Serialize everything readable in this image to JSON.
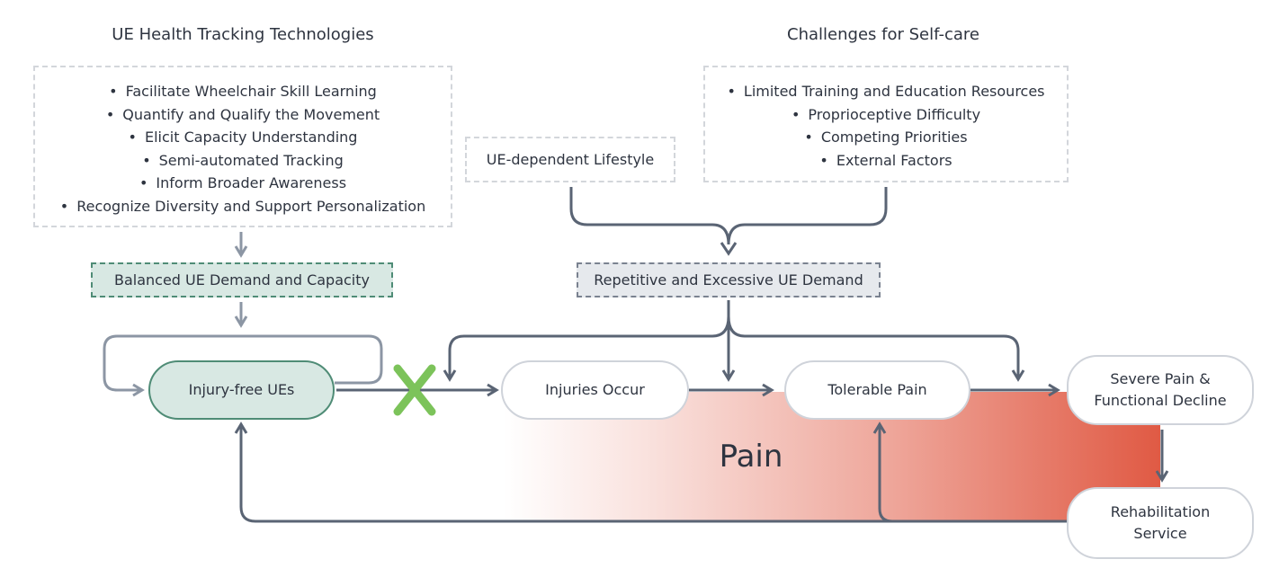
{
  "diagram": {
    "headings": {
      "left": "UE Health Tracking Technologies",
      "right": "Challenges for Self-care"
    },
    "tech_list": [
      "Facilitate Wheelchair Skill Learning",
      "Quantify and Qualify the Movement",
      "Elicit Capacity Understanding",
      "Semi-automated Tracking",
      "Inform Broader Awareness",
      "Recognize Diversity and Support Personalization"
    ],
    "challenge_list": [
      "Limited Training and Education Resources",
      "Proprioceptive Difficulty",
      "Competing Priorities",
      "External Factors"
    ],
    "lifestyle": "UE-dependent Lifestyle",
    "balanced": "Balanced UE Demand and Capacity",
    "repetitive": "Repetitive and Excessive UE Demand",
    "nodes": {
      "injury_free": "Injury-free UEs",
      "injuries": "Injuries Occur",
      "tolerable": "Tolerable Pain",
      "severe": "Severe Pain &\nFunctional Decline",
      "rehab": "Rehabilitation\nService"
    },
    "pain_label": "Pain",
    "colors": {
      "line": "#5a6474",
      "line_light": "#8c96a4",
      "green_fill": "#d8e8e3",
      "green_border": "#4f8c76",
      "gray_fill": "#e6e9ed",
      "gray_border": "#7a8290",
      "pain": "#e05a44",
      "cross": "#7cc35a"
    }
  }
}
